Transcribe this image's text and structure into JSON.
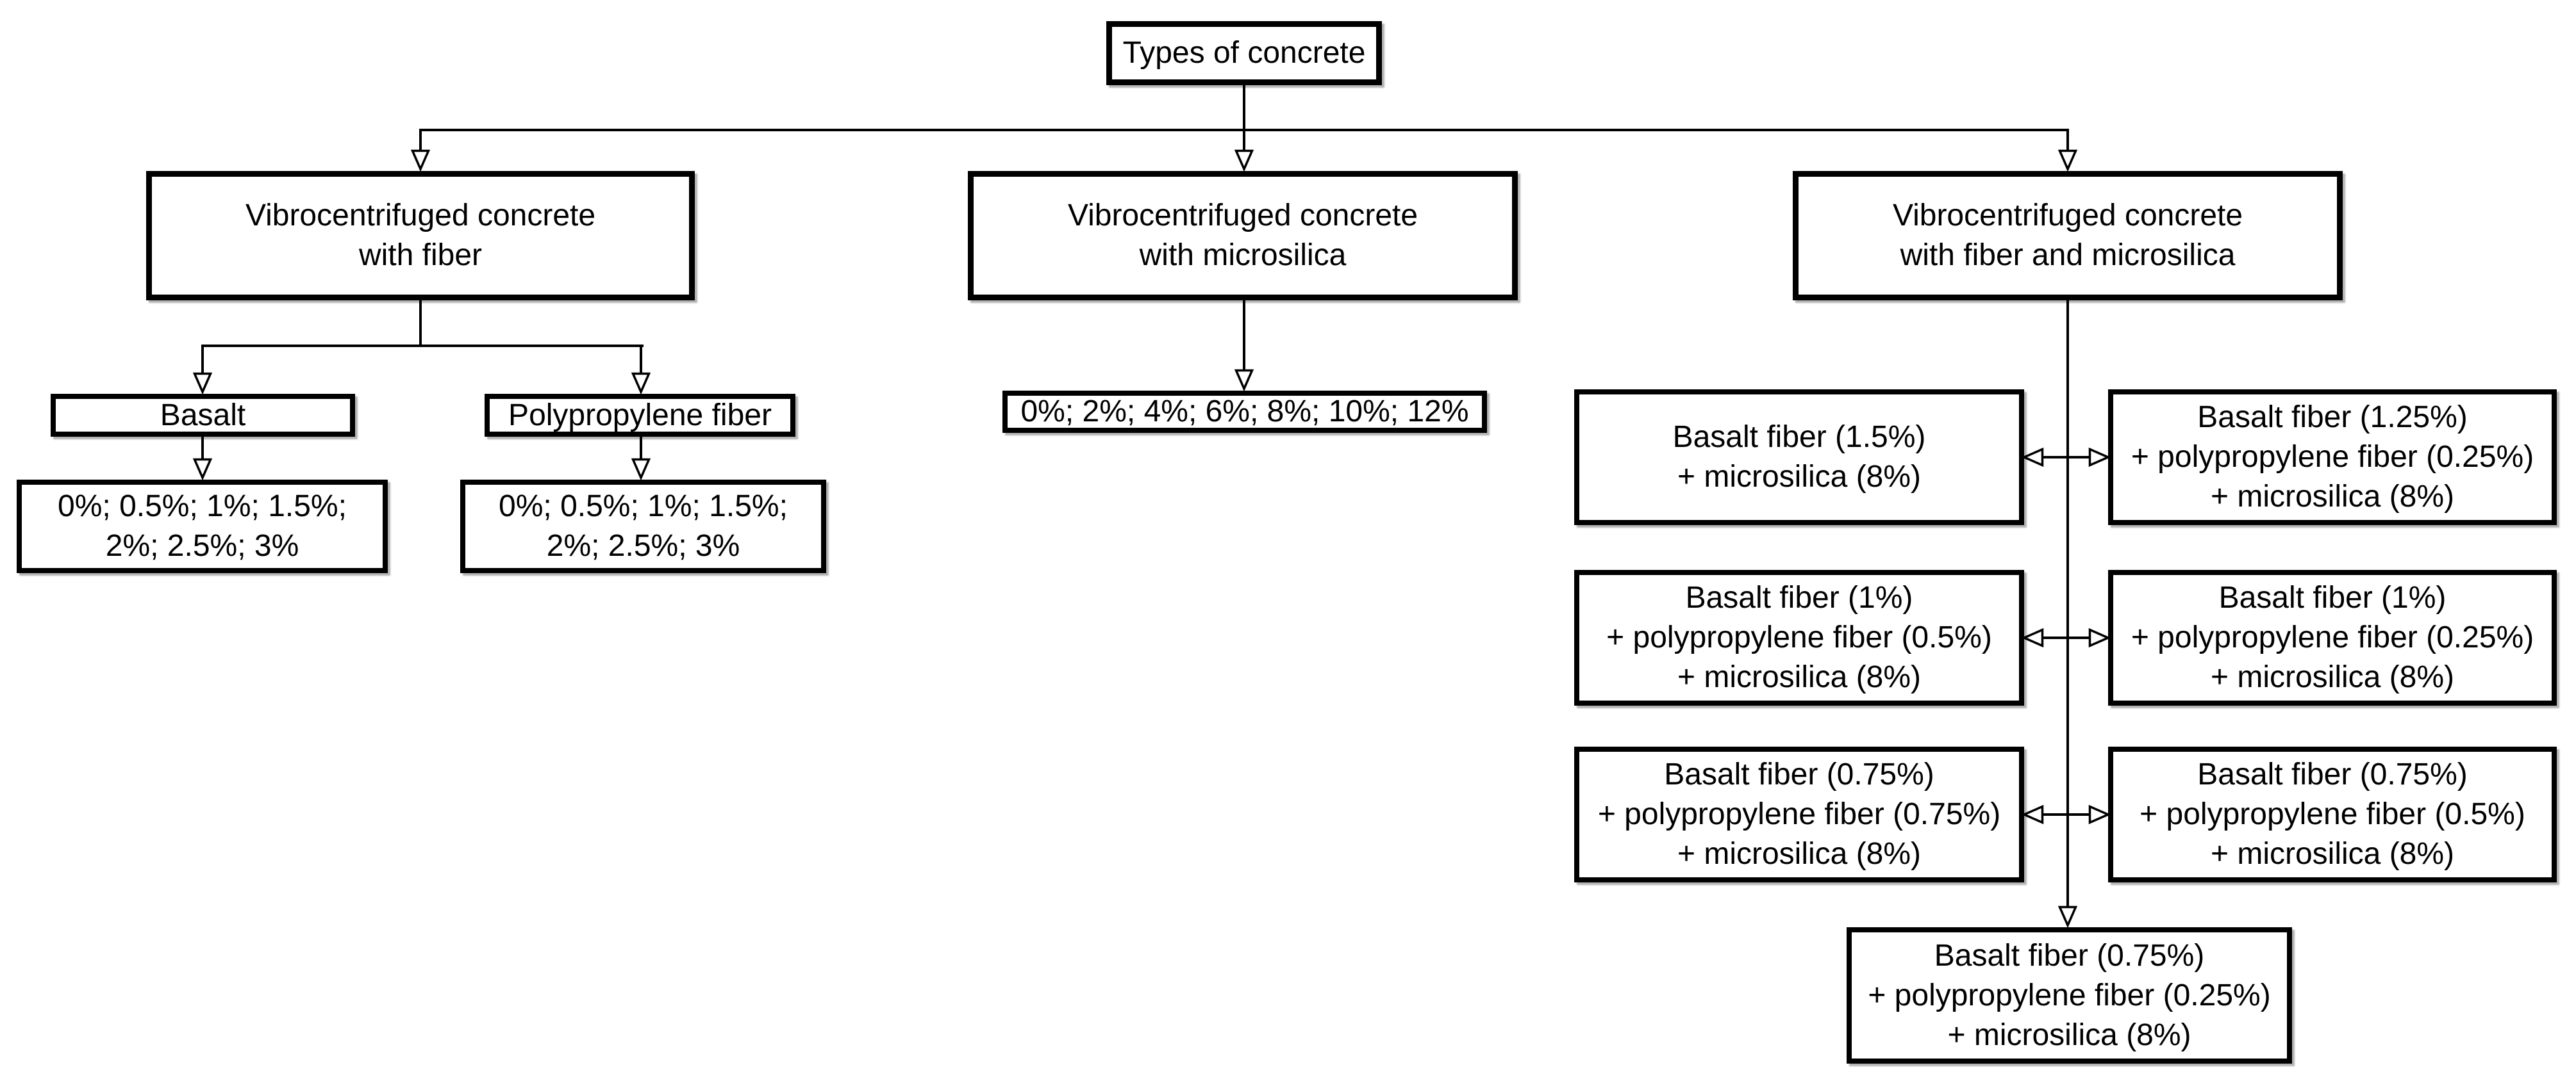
{
  "diagram_title": "Types of concrete classification flowchart",
  "colors": {
    "background": "#ffffff",
    "box_fill": "#ffffff",
    "box_border": "#000000",
    "line": "#000000",
    "text": "#000000"
  },
  "nodes": {
    "root": {
      "text": "Types of concrete"
    },
    "branch_fiber": {
      "lines": [
        "Vibrocentrifuged concrete",
        "with fiber"
      ]
    },
    "branch_microsilica": {
      "lines": [
        "Vibrocentrifuged concrete",
        "with microsilica"
      ]
    },
    "branch_fiber_microsilica": {
      "lines": [
        "Vibrocentrifuged concrete",
        "with fiber and microsilica"
      ]
    },
    "basalt": {
      "text": "Basalt"
    },
    "polypropylene": {
      "text": "Polypropylene fiber"
    },
    "basalt_dosages": {
      "lines": [
        "0%; 0.5%; 1%; 1.5%;",
        "2%; 2.5%; 3%"
      ]
    },
    "polypropylene_dosages": {
      "lines": [
        "0%; 0.5%; 1%; 1.5%;",
        "2%; 2.5%; 3%"
      ]
    },
    "microsilica_dosages": {
      "text": "0%; 2%; 4%; 6%; 8%; 10%; 12%"
    },
    "combo_left_1": {
      "lines": [
        "Basalt fiber (1.5%)",
        "+ microsilica (8%)"
      ]
    },
    "combo_right_1": {
      "lines": [
        "Basalt fiber (1.25%)",
        "+ polypropylene fiber (0.25%)",
        "+ microsilica (8%)"
      ]
    },
    "combo_left_2": {
      "lines": [
        "Basalt fiber (1%)",
        "+ polypropylene fiber (0.5%)",
        "+ microsilica (8%)"
      ]
    },
    "combo_right_2": {
      "lines": [
        "Basalt fiber (1%)",
        "+ polypropylene fiber (0.25%)",
        "+ microsilica (8%)"
      ]
    },
    "combo_left_3": {
      "lines": [
        "Basalt fiber (0.75%)",
        "+ polypropylene fiber (0.75%)",
        "+ microsilica (8%)"
      ]
    },
    "combo_right_3": {
      "lines": [
        "Basalt fiber (0.75%)",
        "+ polypropylene fiber (0.5%)",
        "+ microsilica (8%)"
      ]
    },
    "combo_bottom": {
      "lines": [
        "Basalt fiber (0.75%)",
        "+ polypropylene fiber (0.25%)",
        "+ microsilica (8%)"
      ]
    }
  }
}
